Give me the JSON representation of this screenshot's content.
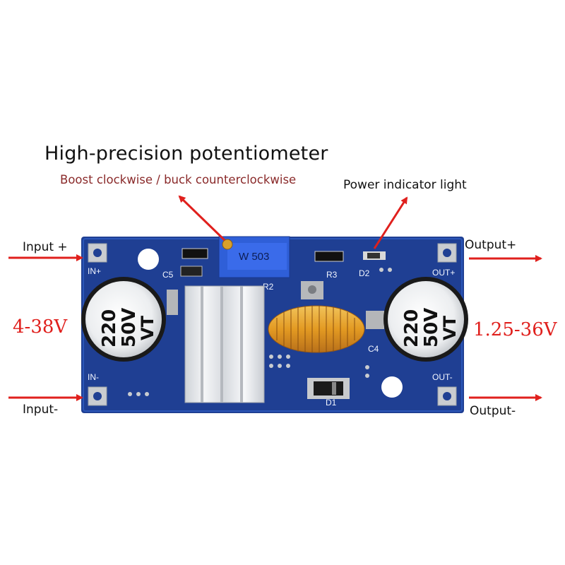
{
  "heading": {
    "title": "High-precision potentiometer",
    "subtitle": "Boost clockwise / buck counterclockwise"
  },
  "callouts": {
    "power_light": "Power indicator light",
    "input_plus": "Input +",
    "input_minus": "Input-",
    "output_plus": "Output+",
    "output_minus": "Output-",
    "input_voltage": "4-38V",
    "output_voltage": "1.25-36V"
  },
  "silkscreen": {
    "in_plus": "IN+",
    "in_minus": "IN-",
    "out_plus": "OUT+",
    "out_minus": "OUT-",
    "c5": "C5",
    "r2": "R2",
    "r3": "R3",
    "d2": "D2",
    "c4": "C4",
    "d1": "D1",
    "pot_marking": "W 503"
  },
  "capacitors": {
    "left": [
      "220",
      "50V",
      "VT"
    ],
    "right": [
      "220",
      "50V",
      "VT"
    ]
  },
  "colors": {
    "pcb": "#1f3f93",
    "arrow": "#e0201d",
    "voltage_text": "#e0201d",
    "subtitle_text": "#8a2a2a",
    "inductor": "#e3a12a",
    "potentiometer": "#2f5fd8"
  }
}
